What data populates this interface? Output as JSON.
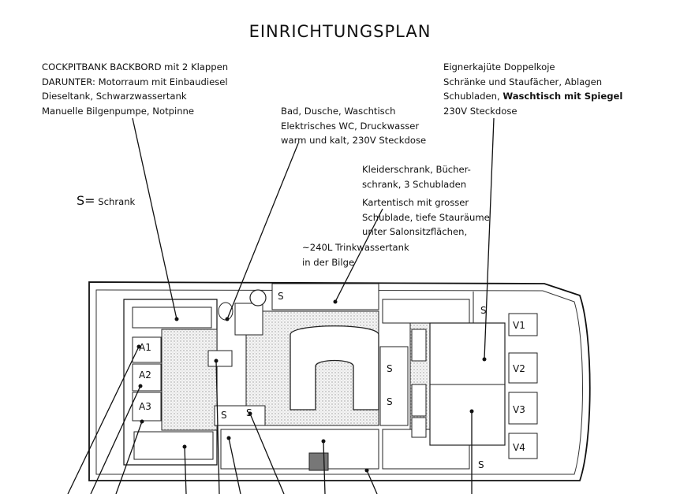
{
  "title": "EINRICHTUNGSPLAN",
  "legend": {
    "symbol": "S=",
    "text": "Schrank"
  },
  "annotations": {
    "cockpit": [
      "COCKPITBANK BACKBORD mit 2 Klappen",
      "DARUNTER: Motorraum mit Einbaudiesel",
      "Dieseltank, Schwarzwassertank",
      "Manuelle Bilgenpumpe, Notpinne"
    ],
    "bad": [
      "Bad, Dusche, Waschtisch",
      "Elektrisches WC, Druckwasser",
      "warm und kalt, 230V Steckdose"
    ],
    "eigner_1": "Eignerkajüte  Doppelkoje",
    "eigner_2": "Schränke und Staufächer, Ablagen",
    "eigner_3a": "Schubladen, ",
    "eigner_3b": "Waschtisch mit Spiegel",
    "eigner_4": "230V Steckdose",
    "kleider": [
      "Kleiderschrank, Bücher-",
      "schrank, 3 Schubladen"
    ],
    "karten": [
      "Kartentisch mit grosser",
      "Schublade, tiefe Stauräume",
      "unter Salonsitzflächen,"
    ],
    "trinkwasser": [
      "~240L  Trinkwassertank",
      "in der Bilge"
    ]
  },
  "plan_labels": {
    "a1": "A1",
    "a2": "A2",
    "a3": "A3",
    "s": "S",
    "v1": "V1",
    "v2": "V2",
    "v3": "V3",
    "v4": "V4"
  }
}
